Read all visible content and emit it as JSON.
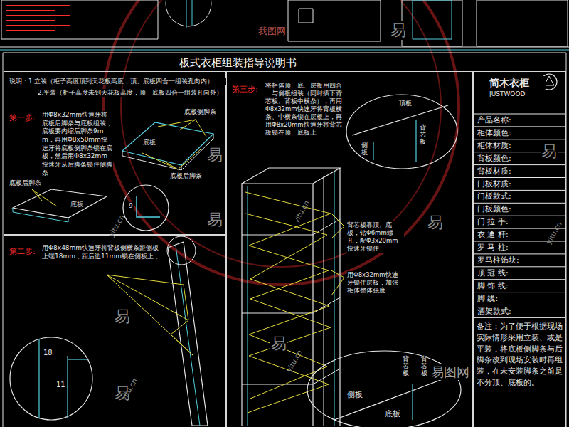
{
  "diagram": {
    "title": "板式衣柜组装指导说明书",
    "nodes": [
      {
        "text": [
          "说明：1.立装（柜子高度顶到天花板高度，顶、底板四合一组装孔向内）",
          "2.平装（柜子高度未到天花板高度，顶、底板四合一组装孔向外）",
          "第一步:",
          "用Φ8x32mm快速牙将底板后脚条与底板组装，底板要内缩后脚条9mm，再用Φ8x50mm快速牙将底板侧脚条锁在底板，然后用Φ8x32mm快速牙从后脚条锁住侧脚条"
        ]
      },
      {
        "text": [
          "第二步:",
          "用Φ8x48mm快速牙将背板侧横条距侧板上端18mm，距后边11mm锁在侧板上，"
        ]
      },
      {
        "text": [
          "第三步:",
          "将柜体顶、底、层板用四合一与侧板组装（同时插下背芯板、背板中横条），再用Φ8x32mm快速牙将背板横条、中横条锁在层板上，再用Φ8x20mm快速牙将背芯板锁在顶、底板上",
          "背芯板靠顶、底板，钻Φ6mm螺孔，配Φ3x20mm快速牙锁住",
          "用Φ8x32mm快速牙锁住层板，加强柜体整体强度"
        ]
      },
      {
        "text": [
          "简木衣柜",
          "JUSTWOOD"
        ]
      }
    ],
    "labels": [
      "底板侧脚条",
      "底板",
      "底板后脚条",
      "底板后脚条",
      "底板",
      "9",
      "18",
      "11",
      "顶板",
      "侧板",
      "背芯板",
      "背芯板",
      "背芯板",
      "侧板",
      "底板",
      "产品名称:",
      "柜体颜色:",
      "柜体材质:",
      "背板颜色:",
      "背板材质:",
      "门板材质:",
      "门板款式:",
      "门板颜色:",
      "门 拉 手:",
      "衣 通 杆:",
      "罗 马 柱:",
      "罗马柱饰块:",
      "顶 冠 线:",
      "脚 饰 线:",
      "脚 线:",
      "酒架款式:",
      "备注：为了便于根据现场实际情形采用立装、或是平装，将底板侧脚条与后脚条改到现场安装时再组装，在未安装脚条之前是不分顶、底板的。",
      "易",
      "易",
      "易",
      "易",
      "易",
      "易",
      "易",
      "易",
      "yitu.cn",
      "yitu.cn",
      "yitu.cn",
      "yitu.cn",
      "yitu.cn",
      "我图网",
      "易图网"
    ]
  }
}
